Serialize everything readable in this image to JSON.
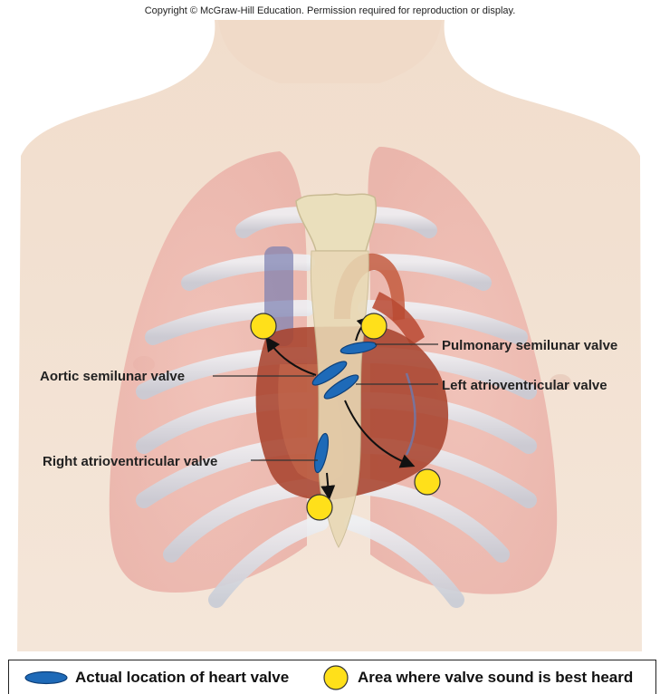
{
  "copyright": "Copyright © McGraw-Hill Education. Permission required for reproduction or display.",
  "labels": {
    "pulmonary": "Pulmonary semilunar valve",
    "aortic": "Aortic semilunar valve",
    "left_av": "Left atrioventricular valve",
    "right_av": "Right atrioventricular valve"
  },
  "legend": {
    "valve_location": "Actual location of heart valve",
    "sound_area": "Area where valve sound is best heard"
  },
  "colors": {
    "valve": "#1e6ab8",
    "valve_outline": "#0d3f78",
    "sound_area": "#ffe01a",
    "sound_area_outline": "#333333"
  }
}
